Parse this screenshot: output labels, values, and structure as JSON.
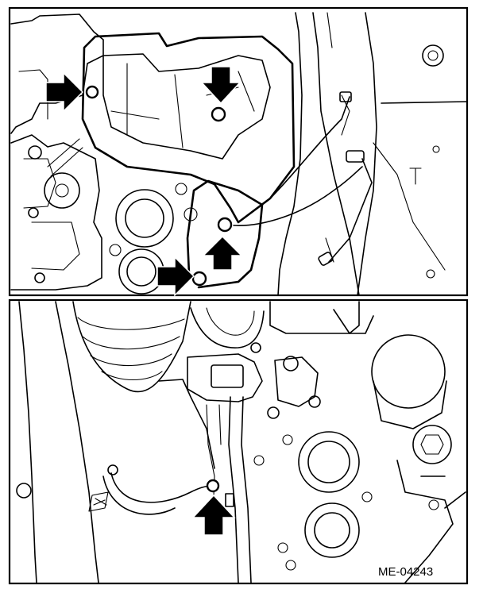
{
  "figure": {
    "code": "ME-04243",
    "colors": {
      "line": "#000000",
      "background": "#ffffff"
    },
    "panels": [
      {
        "name": "top-panel",
        "arrows": 4,
        "bolts": 4
      },
      {
        "name": "bottom-panel",
        "arrows": 1,
        "bolts": 1
      }
    ],
    "icons": [
      "arrow-right-icon",
      "arrow-down-icon",
      "arrow-up-icon",
      "bolt-icon",
      "connector-icon"
    ]
  }
}
